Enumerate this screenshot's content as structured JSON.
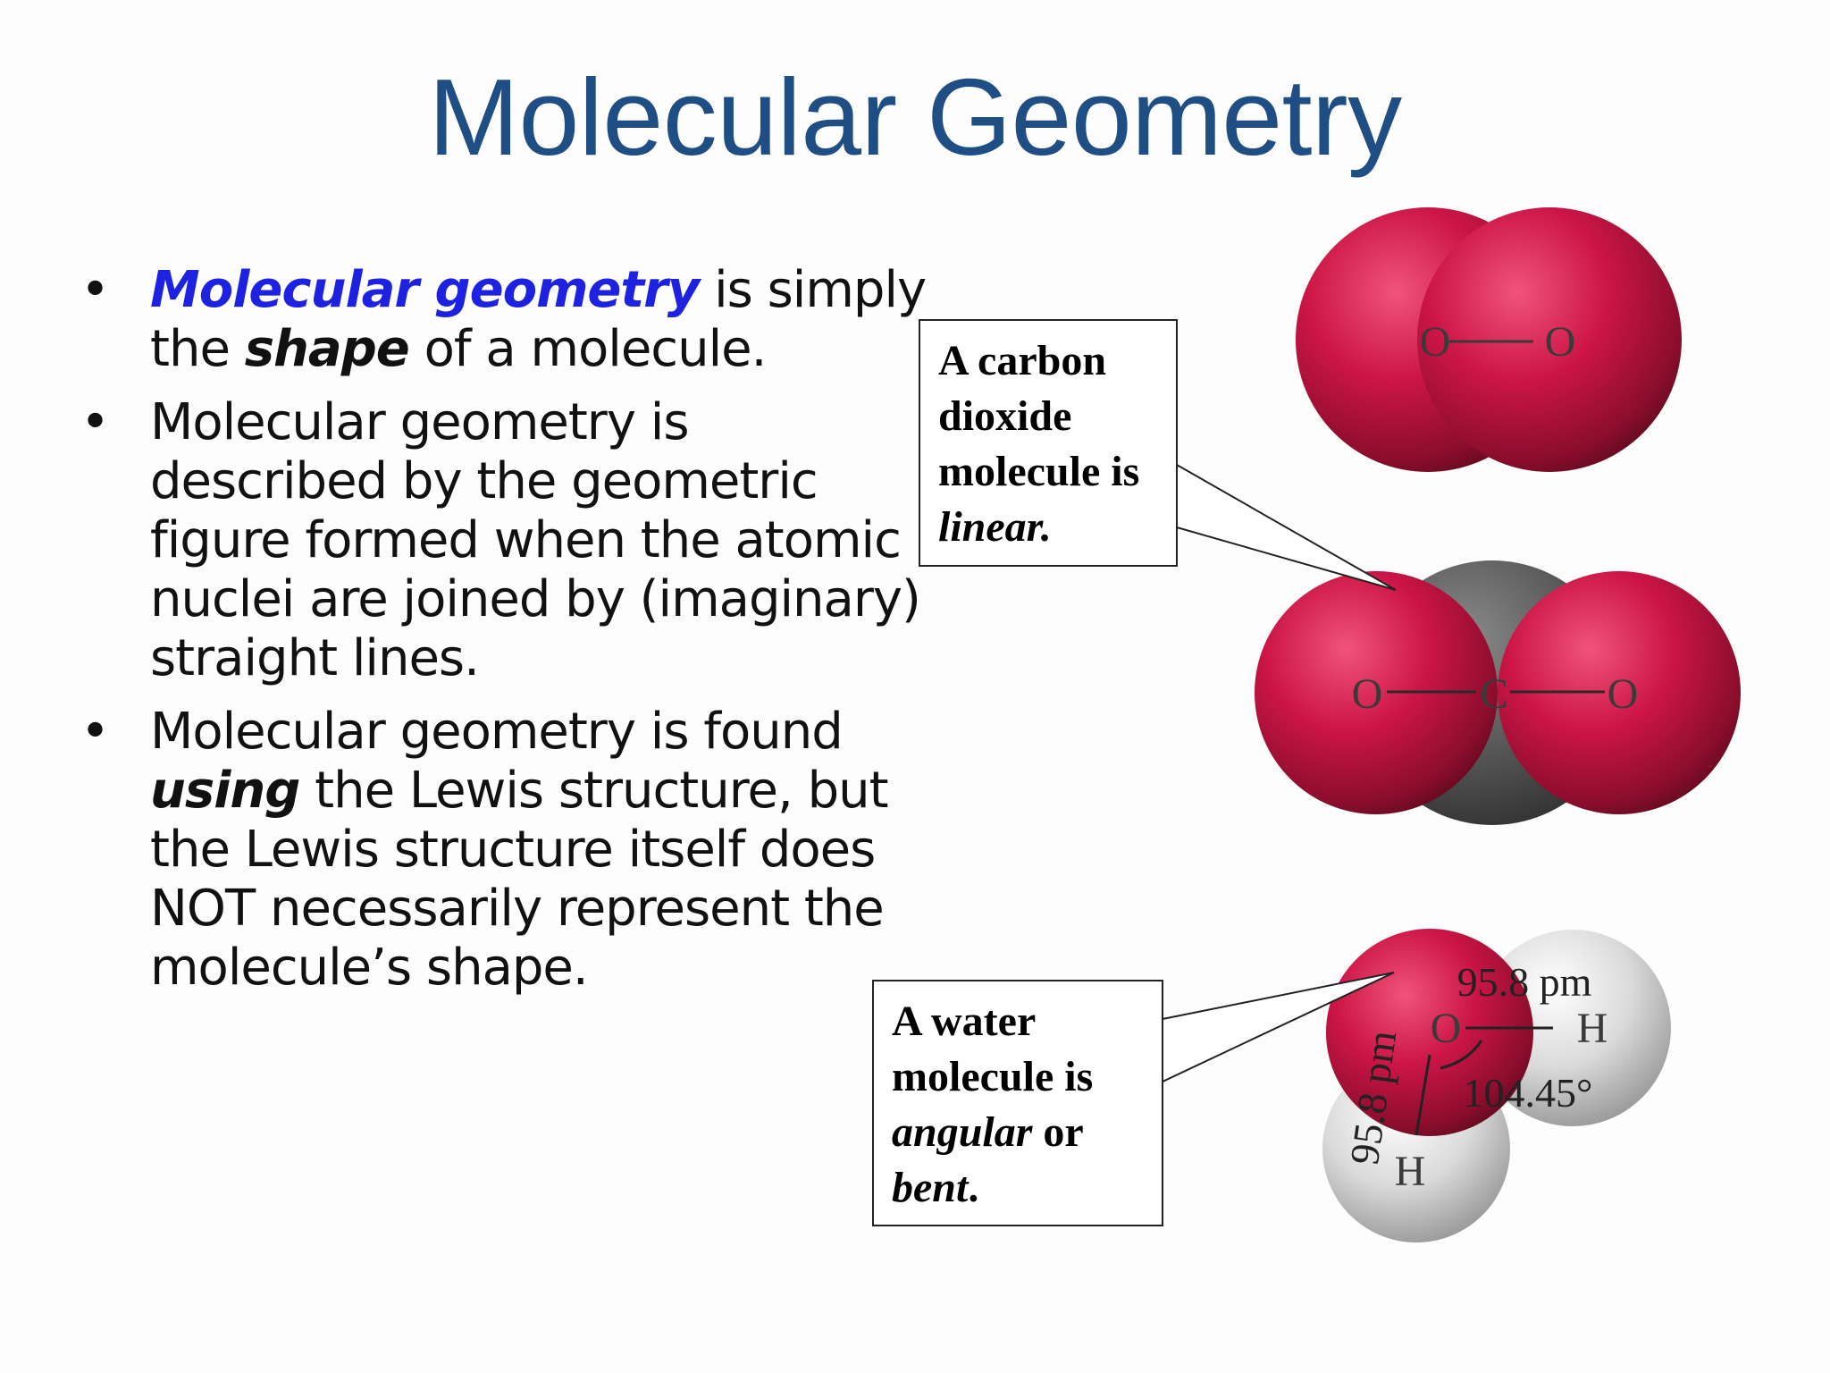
{
  "title": "Molecular Geometry",
  "bullets": {
    "b1": {
      "highlight": "Molecular geometry",
      "text_a": " is simply",
      "text_b": "the ",
      "emph": "shape",
      "text_c": " of a molecule."
    },
    "b2": {
      "line1": "Molecular geometry is",
      "line2": "described by the geometric",
      "line3": "figure formed when the atomic",
      "line4": "nuclei are joined by (imaginary)",
      "line5": "straight lines."
    },
    "b3": {
      "line1": "Molecular geometry is found",
      "emph": "using",
      "line2_rest": " the Lewis structure, but",
      "line3": "the Lewis structure itself does",
      "line4": "NOT necessarily represent the",
      "line5": "molecule’s shape."
    }
  },
  "callout_co2": {
    "line1": "A carbon",
    "line2": "dioxide",
    "line3": "molecule is",
    "italic": "linear."
  },
  "callout_water": {
    "line1": "A water",
    "line2": "molecule is",
    "italic1": "angular",
    "or": " or",
    "italic2": "bent",
    "period": "."
  },
  "molecules": {
    "o2": {
      "left": "O",
      "right": "O"
    },
    "co2": {
      "left": "O",
      "center": "C",
      "right": "O"
    },
    "water": {
      "o": "O",
      "h_right": "H",
      "h_bottom": "H",
      "bond_length_top": "95.8 pm",
      "bond_length_side": "95.8 pm",
      "angle": "104.45°"
    }
  },
  "colors": {
    "title": "#1f4e85",
    "highlight": "#1d22e0",
    "oxygen": "#c8164a",
    "carbon": "#555555",
    "hydrogen": "#d8d8d8"
  }
}
